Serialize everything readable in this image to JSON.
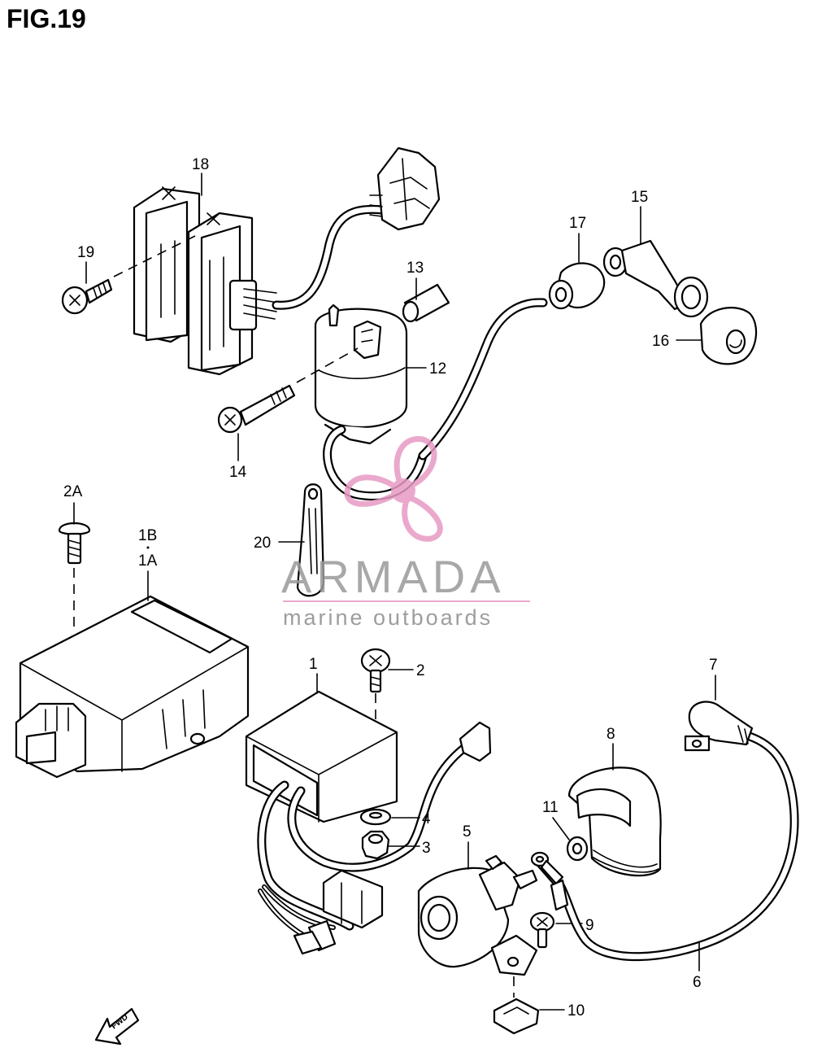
{
  "figure": {
    "title": "FIG.19"
  },
  "labels": {
    "l18": "18",
    "l19": "19",
    "l13": "13",
    "l17": "17",
    "l15": "15",
    "l16": "16",
    "l12": "12",
    "l14": "14",
    "l2a": "2A",
    "l1b": "1B",
    "l1a": "1A",
    "l20": "20",
    "l1": "1",
    "l2": "2",
    "l4": "4",
    "l3": "3",
    "l5": "5",
    "l7": "7",
    "l8": "8",
    "l11": "11",
    "l9": "9",
    "l6": "6",
    "l10": "10"
  },
  "fwd_marker": {
    "text": "FWD"
  },
  "watermark": {
    "brand": "ARMADA",
    "tagline": "marine outboards",
    "accent_color": "#e79bc4"
  }
}
